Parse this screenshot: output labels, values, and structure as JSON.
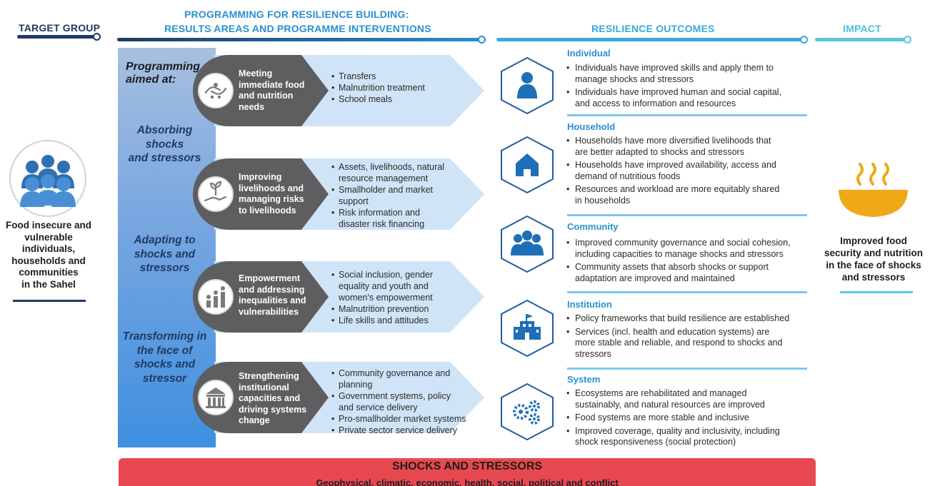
{
  "headers": {
    "target_group": "TARGET GROUP",
    "programming_line1": "PROGRAMMING FOR RESILIENCE BUILDING:",
    "programming_line2": "RESULTS AREAS AND PROGRAMME INTERVENTIONS",
    "resilience_outcomes": "RESILIENCE OUTCOMES",
    "impact": "IMPACT"
  },
  "target": {
    "lines": [
      "Food insecure and",
      "vulnerable",
      "individuals,",
      "households and",
      "communities",
      "in the Sahel"
    ],
    "icon": "people-group-icon"
  },
  "programming": {
    "aimed_line1": "Programming",
    "aimed_line2": "aimed at:",
    "stages": [
      {
        "lines": [
          "Absorbing",
          "shocks",
          "and stressors"
        ]
      },
      {
        "lines": [
          "Adapting to",
          "shocks and",
          "stressors"
        ]
      },
      {
        "lines": [
          "Transforming in",
          "the face of",
          "shocks and",
          "stressor"
        ]
      }
    ]
  },
  "interventions": [
    {
      "title_lines": [
        "Meeting",
        "immediate food",
        "and nutrition",
        "needs"
      ],
      "icon": "hands-food-icon",
      "bullets": [
        [
          "Transfers"
        ],
        [
          "Malnutrition treatment"
        ],
        [
          "School meals"
        ]
      ]
    },
    {
      "title_lines": [
        "Improving",
        "livelihoods and",
        "managing risks",
        "to livelihoods"
      ],
      "icon": "hand-plant-icon",
      "bullets": [
        [
          "Assets, livelihoods, natural",
          "resource management"
        ],
        [
          "Smallholder and market",
          "support"
        ],
        [
          "Risk information and",
          "disaster risk financing"
        ]
      ]
    },
    {
      "title_lines": [
        "Empowerment",
        "and addressing",
        "inequalities and",
        "vulnerabilities"
      ],
      "icon": "people-growth-icon",
      "bullets": [
        [
          "Social inclusion, gender",
          "equality and youth and",
          "women’s empowerment"
        ],
        [
          "Malnutrition prevention"
        ],
        [
          "Life skills and attitudes"
        ]
      ]
    },
    {
      "title_lines": [
        "Strengthening",
        "institutional",
        "capacities and",
        "driving systems",
        "change"
      ],
      "icon": "institution-building-icon",
      "bullets": [
        [
          "Community governance and",
          "planning"
        ],
        [
          "Government systems, policy",
          "and service delivery"
        ],
        [
          "Pro-smallholder market systems"
        ],
        [
          "Private sector service delivery"
        ]
      ]
    }
  ],
  "outcomes": [
    {
      "title": "Individual",
      "icon": "person-icon",
      "bullets": [
        [
          "Individuals have improved skills and apply them to",
          "manage shocks and stressors"
        ],
        [
          "Individuals have improved human and social capital,",
          "and access to information and resources"
        ]
      ]
    },
    {
      "title": "Household",
      "icon": "house-icon",
      "bullets": [
        [
          "Households have more diversified livelihoods that",
          "are better adapted to shocks and stressors"
        ],
        [
          "Households have improved availability, access and",
          "demand of nutritious foods"
        ],
        [
          "Resources and workload are more equitably shared",
          "in households"
        ]
      ]
    },
    {
      "title": "Community",
      "icon": "community-icon",
      "bullets": [
        [
          "Improved community governance and social cohesion,",
          "including capacities to manage shocks and stressors"
        ],
        [
          "Community assets that absorb shocks or support",
          "adaptation are improved and maintained"
        ]
      ]
    },
    {
      "title": "Institution",
      "icon": "school-building-icon",
      "bullets": [
        [
          "Policy frameworks that build resilience are established"
        ],
        [
          "Services (incl. health and education systems) are",
          "more stable and reliable, and respond to shocks and",
          "stressors"
        ]
      ]
    },
    {
      "title": "System",
      "icon": "gears-icon",
      "bullets": [
        [
          "Ecosystems are rehabilitated and managed",
          "sustainably, and natural resources are improved"
        ],
        [
          "Food systems are more stable and inclusive"
        ],
        [
          "Improved coverage, quality and inclusivity, including",
          "shock responsiveness (social protection)"
        ]
      ]
    }
  ],
  "impact": {
    "lines": [
      "Improved food",
      "security and nutrition",
      "in the face of shocks",
      "and stressors"
    ],
    "icon": "food-bowl-icon"
  },
  "shocks": {
    "title": "SHOCKS AND STRESSORS",
    "subtitle": "Geophysical, climatic, economic, health, social, political and conflict"
  },
  "colors": {
    "navy": "#1f3a63",
    "blue": "#2a8fd0",
    "teal": "#5cc6dc",
    "pill": "#5e5e60",
    "chevron": "#cfe4f6",
    "hex": "#1f6fb8",
    "bowl": "#f0a818",
    "shocks": "#e84850"
  }
}
